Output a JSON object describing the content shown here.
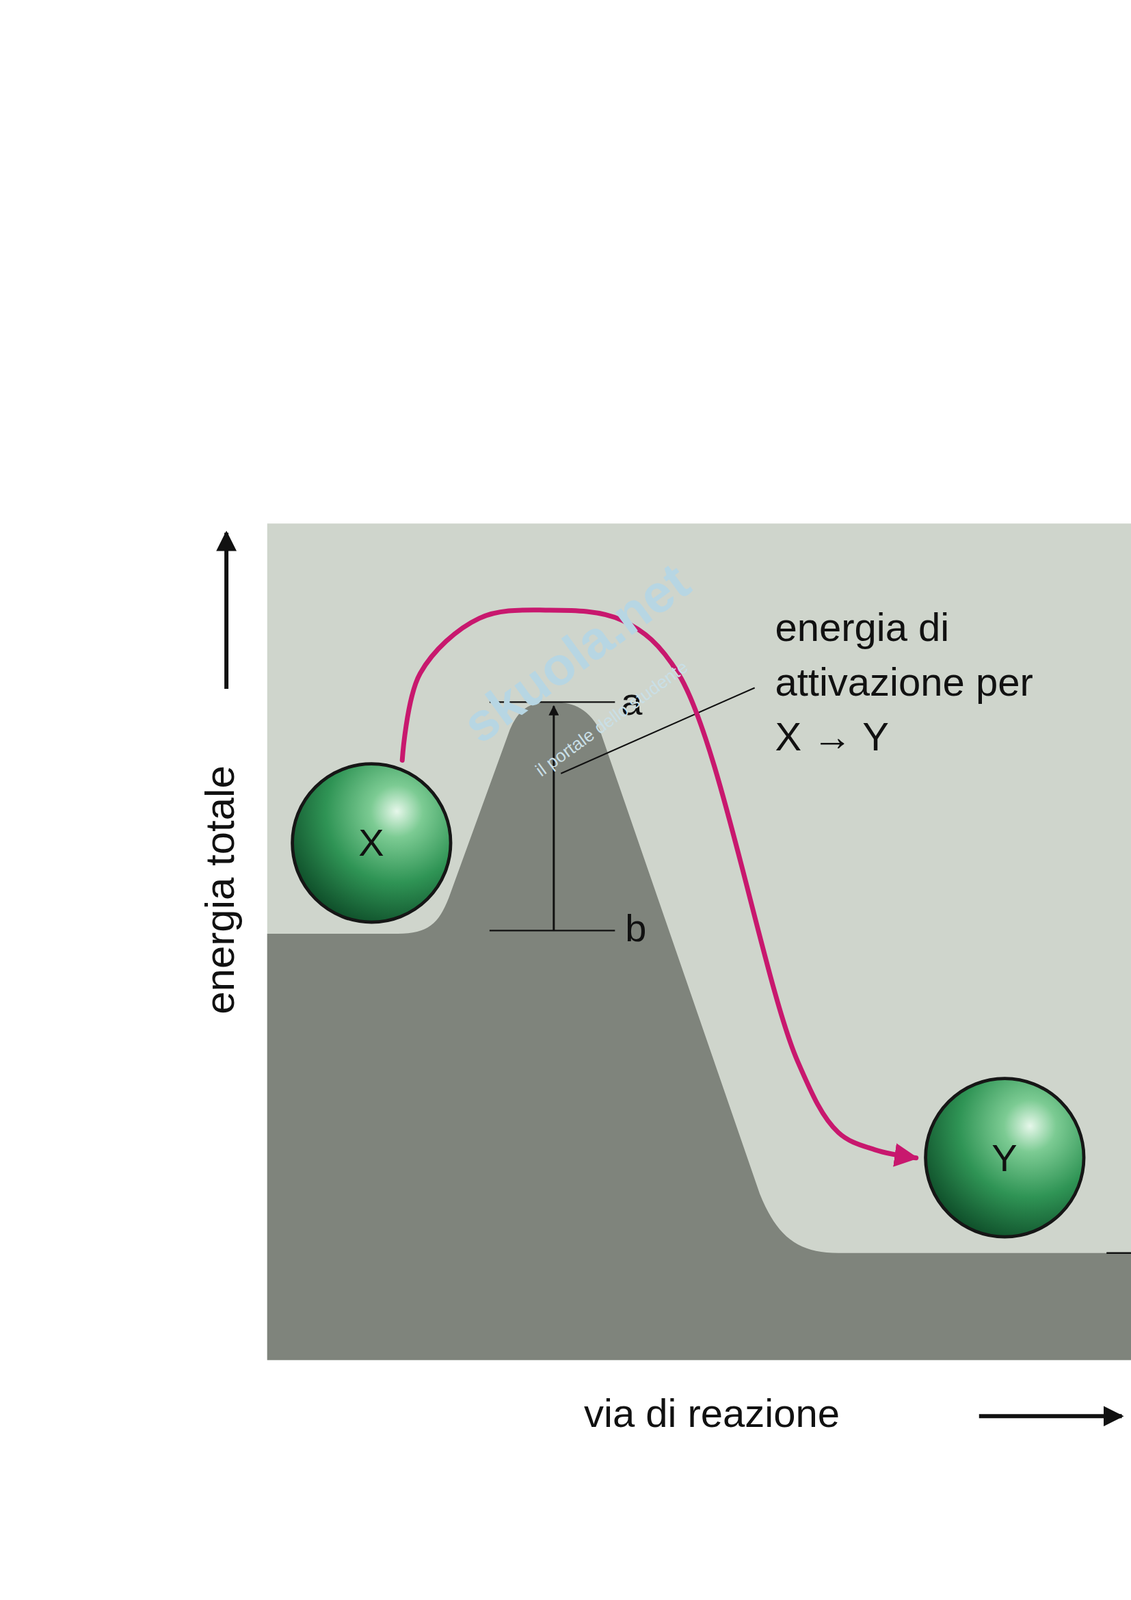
{
  "diagram": {
    "nodes": [
      {
        "text": [
          "X"
        ]
      },
      {
        "text": [
          "Y"
        ]
      }
    ],
    "edges": [
      {
        "from": 0,
        "to": 1,
        "arrow": "to"
      }
    ],
    "labels": [
      "energia totale",
      "via di reazione",
      "energia di attivazione per X → Y",
      "a",
      "b",
      "skuola.net",
      "il portale dello studente"
    ]
  }
}
